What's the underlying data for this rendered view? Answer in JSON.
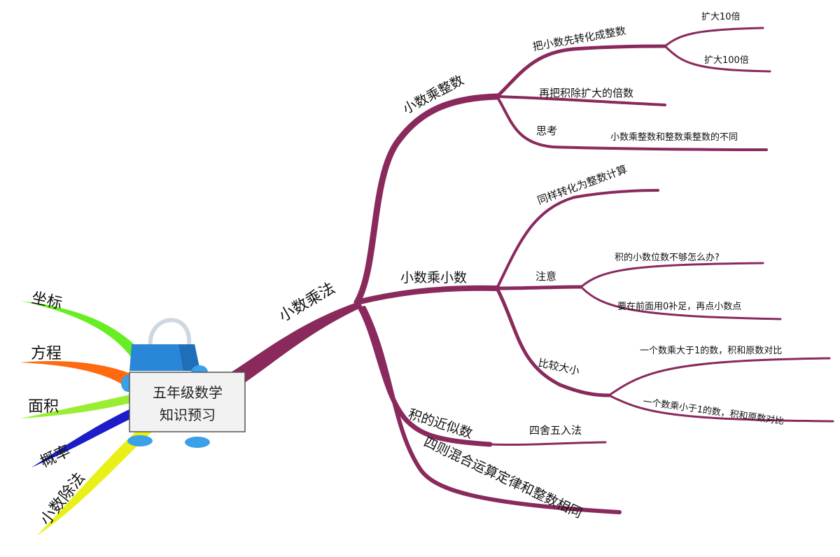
{
  "center": {
    "line1": "五年级数学",
    "line2": "知识预习"
  },
  "left_topics": [
    {
      "label": "坐标",
      "color": "#66ee22"
    },
    {
      "label": "方程",
      "color": "#ff6a10"
    },
    {
      "label": "面积",
      "color": "#99ee33"
    },
    {
      "label": "概率",
      "color": "#1c1cc8"
    },
    {
      "label": "小数除法",
      "color": "#e8f018"
    }
  ],
  "main_branch": {
    "label": "小数乘法",
    "color": "#8a2a5c",
    "children": [
      {
        "label": "小数乘整数",
        "children": [
          {
            "label": "把小数先转化成整数",
            "children": [
              {
                "label": "扩大10倍"
              },
              {
                "label": "扩大100倍"
              }
            ]
          },
          {
            "label": "再把积除扩大的倍数"
          },
          {
            "label": "思考",
            "children": [
              {
                "label": "小数乘整数和整数乘整数的不同"
              }
            ]
          }
        ]
      },
      {
        "label": "小数乘小数",
        "children": [
          {
            "label": "同样转化为整数计算"
          },
          {
            "label": "注意",
            "children": [
              {
                "label": "积的小数位数不够怎么办?"
              },
              {
                "label": "要在前面用0补足，再点小数点"
              }
            ]
          },
          {
            "label": "比较大小",
            "children": [
              {
                "label": "一个数乘大于1的数，积和原数对比"
              },
              {
                "label": "一个数乘小于1的数，积和原数对比"
              }
            ]
          }
        ]
      },
      {
        "label": "积的近似数",
        "children": [
          {
            "label": "四舍五入法"
          }
        ]
      },
      {
        "label": "四则混合运算定律和整数相同"
      }
    ]
  }
}
